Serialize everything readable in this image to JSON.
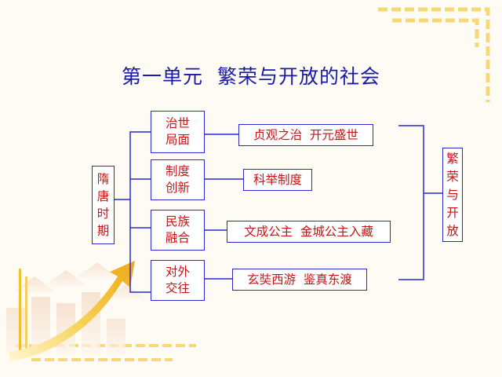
{
  "slide": {
    "title": "第一单元  繁荣与开放的社会",
    "root": "隋\n唐\n时\n期",
    "categories": [
      {
        "label": "治世\n局面",
        "detail": "贞观之治  开元盛世"
      },
      {
        "label": "制度\n创新",
        "detail": "科举制度"
      },
      {
        "label": "民族\n融合",
        "detail": "文成公主  金城公主入藏"
      },
      {
        "label": "对外\n交往",
        "detail": "玄奘西游  鉴真东渡"
      }
    ],
    "summary": "繁\n荣\n与\n开\n放"
  },
  "colors": {
    "title": "#1a1aa8",
    "box_text": "#c81414",
    "lines": "#2a2ad0",
    "accent": "#f2c230"
  }
}
